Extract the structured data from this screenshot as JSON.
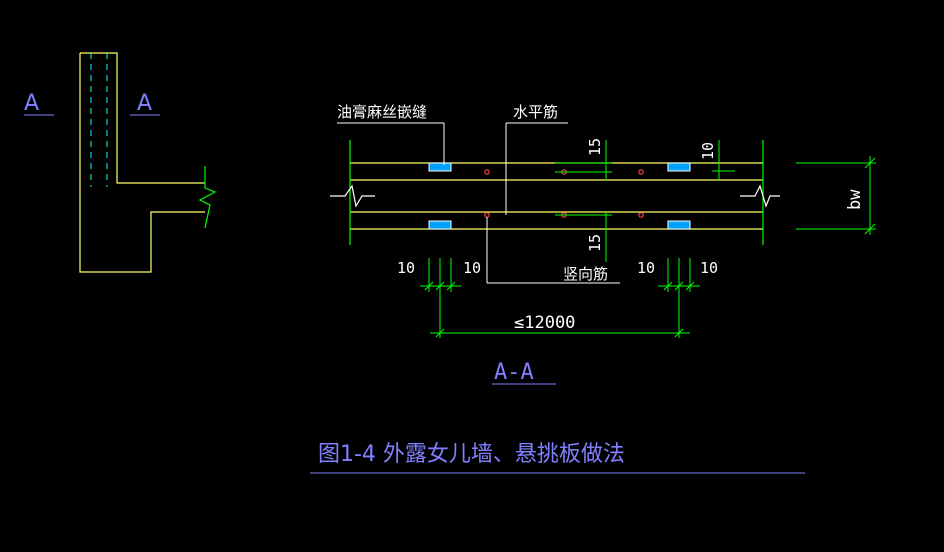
{
  "elevation": {
    "section_mark_left": "A",
    "section_mark_right": "A"
  },
  "section": {
    "label_sealant": "油膏麻丝嵌缝",
    "label_horizontal_bar": "水平筋",
    "label_vertical_bar": "竖向筋",
    "dim_top_15": "15",
    "dim_top_10": "10",
    "dim_bottom_15": "15",
    "dim_bw": "bw",
    "dim_left_a": "10",
    "dim_left_b": "10",
    "dim_right_a": "10",
    "dim_right_b": "10",
    "dim_span": "≤12000",
    "section_title": "A-A"
  },
  "figure": {
    "caption": "图1-4 外露女儿墙、悬挑板做法"
  },
  "colors": {
    "background": "#000000",
    "wall_line": "#ffff66",
    "dimension_line": "#00ff00",
    "break_line": "#ffffff",
    "label_text": "#ffffff",
    "caption_text": "#8080ff",
    "dashed_rebar": "#00ffff",
    "rebar_dot": "#ff4040",
    "joint": "#00a0ff"
  }
}
